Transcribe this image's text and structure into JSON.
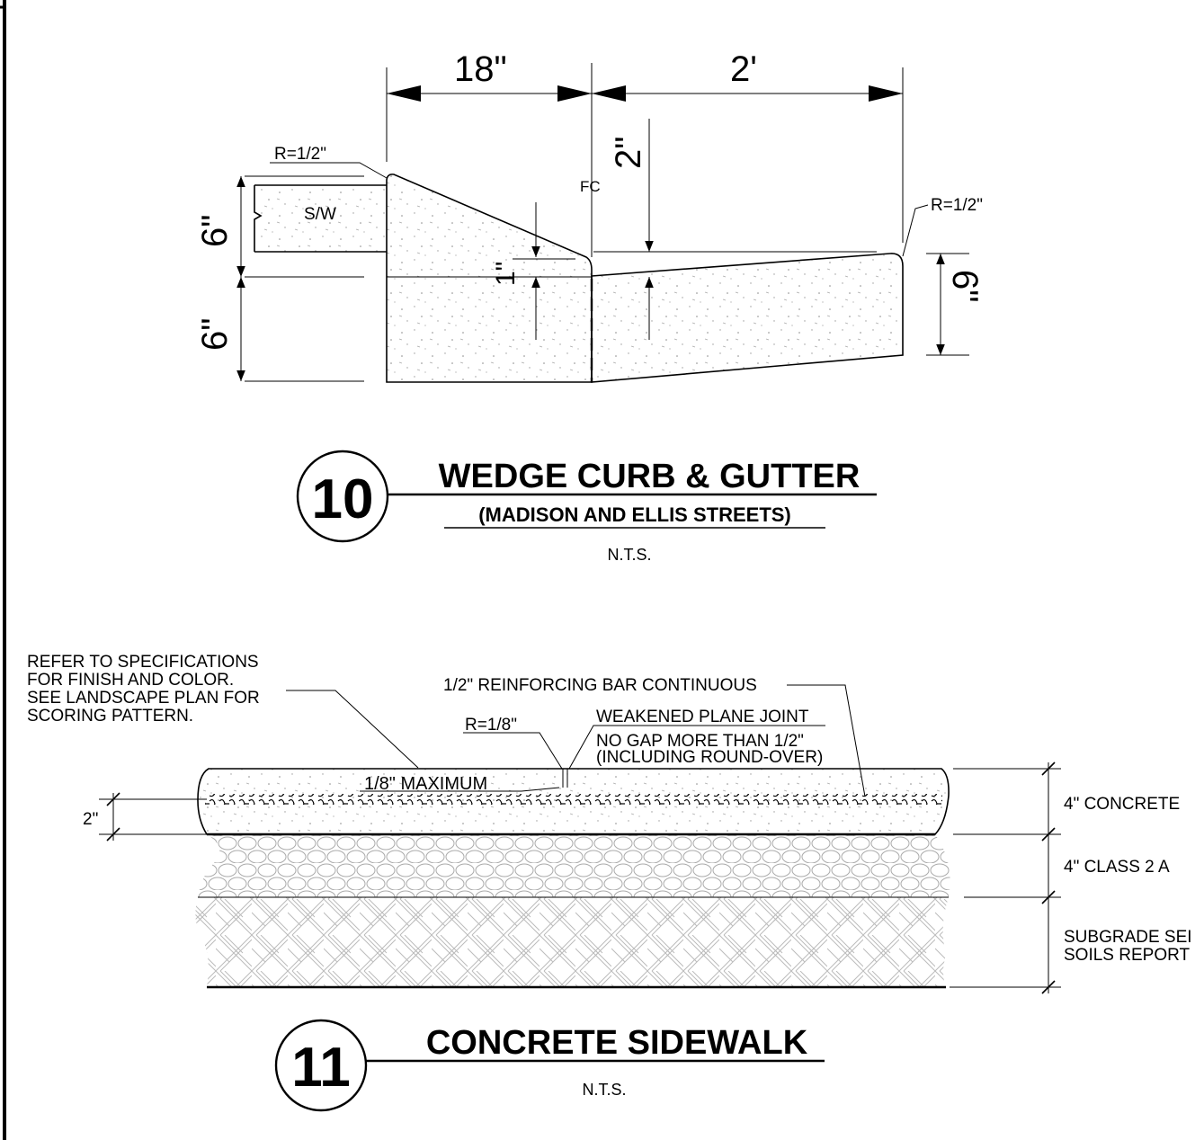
{
  "detail10": {
    "number": "10",
    "title": "WEDGE CURB & GUTTER",
    "subtitle": "(MADISON AND ELLIS STREETS)",
    "scale": "N.T.S.",
    "dims": {
      "top_left": "18\"",
      "top_right": "2'",
      "left_upper": "6\"",
      "left_lower": "6\"",
      "right": "6\"",
      "drop_2in": "2\"",
      "drop_1in": "1\""
    },
    "labels": {
      "radius_left": "R=1/2\"",
      "radius_right": "R=1/2\"",
      "fc": "FC",
      "sw": "S/W"
    }
  },
  "detail11": {
    "number": "11",
    "title": "CONCRETE SIDEWALK",
    "scale": "N.T.S.",
    "notes": {
      "finish": [
        "REFER TO SPECIFICATIONS",
        "FOR FINISH AND COLOR.",
        "SEE LANDSCAPE PLAN FOR",
        "SCORING PATTERN."
      ],
      "rebar": "1/2\" REINFORCING BAR CONTINUOUS",
      "radius": "R=1/8\"",
      "joint": [
        "WEAKENED PLANE JOINT",
        "NO GAP MORE THAN 1/2\"",
        "(INCLUDING ROUND-OVER)"
      ],
      "max": "1/8\" MAXIMUM",
      "dim_2in": "2\""
    },
    "layers": {
      "concrete": "4\" CONCRETE",
      "aggregate": "4\" CLASS 2 A",
      "subgrade": [
        "SUBGRADE SEI",
        "SOILS REPORT"
      ]
    }
  }
}
